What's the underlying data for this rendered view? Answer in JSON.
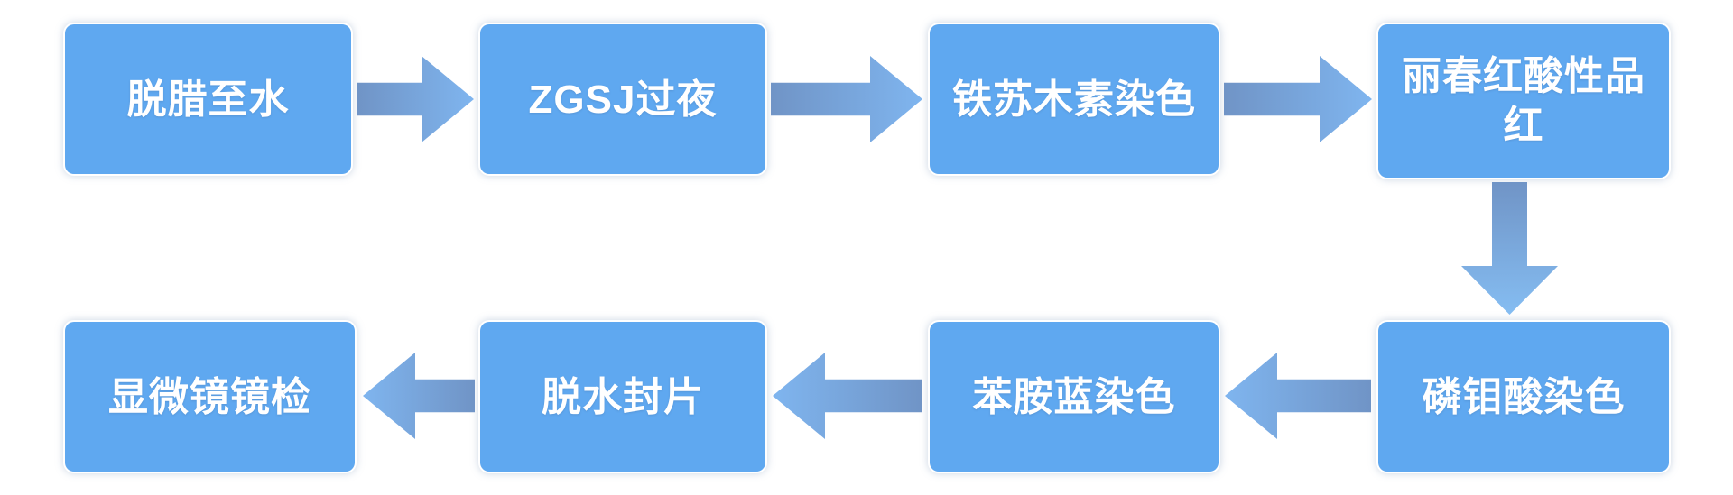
{
  "colors": {
    "background": "#ffffff",
    "node_fill": "#5fa8f0",
    "node_text": "#ffffff",
    "arrow_gradient_start": "#7094c6",
    "arrow_gradient_end": "#7fb5ef"
  },
  "flow": {
    "nodes": [
      {
        "id": "step-1",
        "label": "脱腊至水",
        "row": "top"
      },
      {
        "id": "step-2",
        "label": "ZGSJ过夜",
        "row": "top"
      },
      {
        "id": "step-3",
        "label": "铁苏木素染色",
        "row": "top"
      },
      {
        "id": "step-4",
        "label": "丽春红酸性品红",
        "row": "top"
      },
      {
        "id": "step-5",
        "label": "磷钼酸染色",
        "row": "bottom"
      },
      {
        "id": "step-6",
        "label": "苯胺蓝染色",
        "row": "bottom"
      },
      {
        "id": "step-7",
        "label": "脱水封片",
        "row": "bottom"
      },
      {
        "id": "step-8",
        "label": "显微镜镜检",
        "row": "bottom"
      }
    ],
    "connectors": [
      {
        "from": "step-1",
        "to": "step-2",
        "direction": "right"
      },
      {
        "from": "step-2",
        "to": "step-3",
        "direction": "right"
      },
      {
        "from": "step-3",
        "to": "step-4",
        "direction": "right"
      },
      {
        "from": "step-4",
        "to": "step-5",
        "direction": "down"
      },
      {
        "from": "step-5",
        "to": "step-6",
        "direction": "left"
      },
      {
        "from": "step-6",
        "to": "step-7",
        "direction": "left"
      },
      {
        "from": "step-7",
        "to": "step-8",
        "direction": "left"
      }
    ]
  }
}
